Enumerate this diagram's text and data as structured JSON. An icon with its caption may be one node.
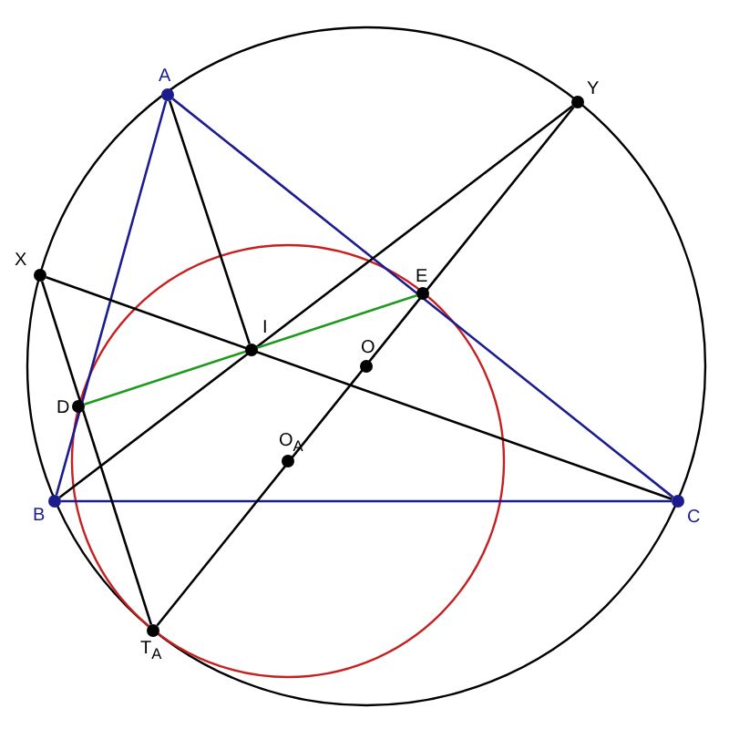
{
  "diagram": {
    "nodes": [
      {
        "text": [
          "A"
        ]
      },
      {
        "text": [
          "Y"
        ]
      },
      {
        "text": [
          "X"
        ]
      },
      {
        "text": [
          "E"
        ]
      },
      {
        "text": [
          "I"
        ]
      },
      {
        "text": [
          "O"
        ]
      },
      {
        "text": [
          "D"
        ]
      },
      {
        "text": [
          "O$_{A}$"
        ]
      },
      {
        "text": [
          "B"
        ]
      },
      {
        "text": [
          "C"
        ]
      },
      {
        "text": [
          "T$_{A}$"
        ]
      }
    ],
    "edges": [
      {
        "from": 0,
        "to": 8,
        "arrow": "none",
        "color": "#1c1c8f"
      },
      {
        "from": 0,
        "to": 9,
        "arrow": "none",
        "color": "#1c1c8f"
      },
      {
        "from": 8,
        "to": 9,
        "arrow": "none",
        "color": "#1c1c8f"
      },
      {
        "from": 0,
        "to": 4,
        "arrow": "none"
      },
      {
        "from": 2,
        "to": 9,
        "arrow": "none"
      },
      {
        "from": 1,
        "to": 8,
        "arrow": "none"
      },
      {
        "from": 1,
        "to": 10,
        "arrow": "none"
      },
      {
        "from": 2,
        "to": 10,
        "arrow": "none"
      },
      {
        "from": 6,
        "to": 3,
        "arrow": "none",
        "color": "#1f9a1f"
      }
    ]
  }
}
